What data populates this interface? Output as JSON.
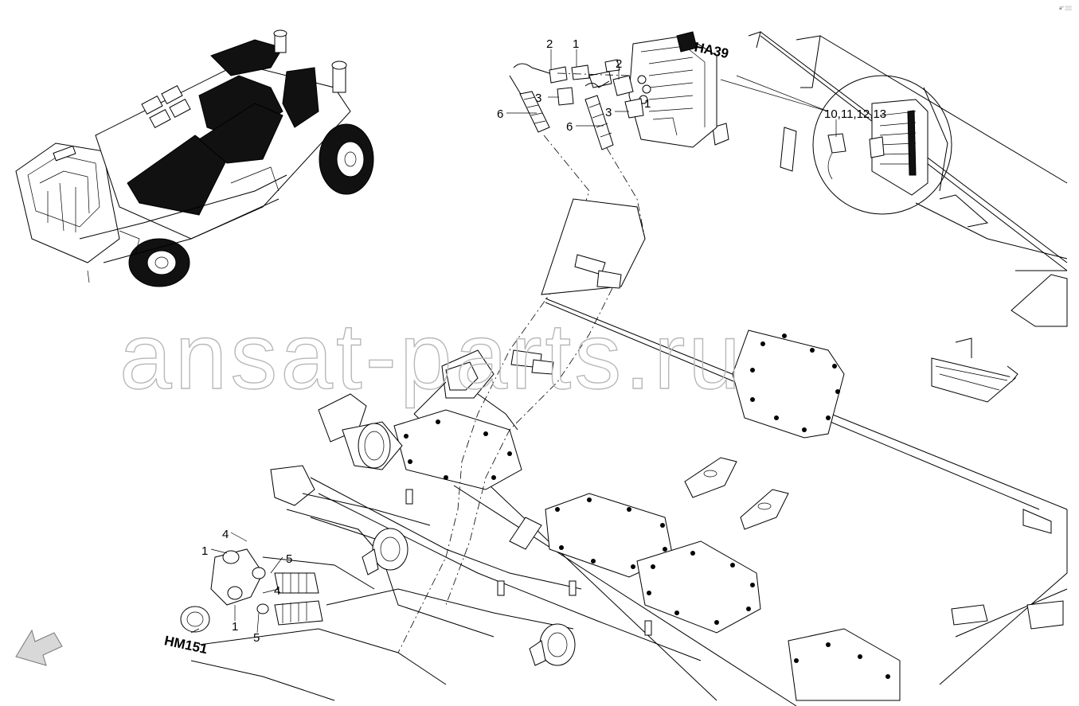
{
  "corner_mark": "a° ░░",
  "watermark": "ansat-parts.ru",
  "tags": {
    "valve_block": "HA39",
    "motor": "HM151"
  },
  "callouts": {
    "top_2a": "2",
    "top_1a": "1",
    "top_3a": "3",
    "top_6a": "6",
    "top_2b": "2",
    "top_3b": "3",
    "top_1b": "1",
    "top_6b": "6",
    "detail_group": "10,11,12,13",
    "bot_4a": "4",
    "bot_1a": "1",
    "bot_5a": "5",
    "bot_4b": "4",
    "bot_1b": "1",
    "bot_5b": "5"
  },
  "icons": {
    "view_arrow": "arrow-down-left-icon",
    "machine": "machine-overview-icon"
  }
}
